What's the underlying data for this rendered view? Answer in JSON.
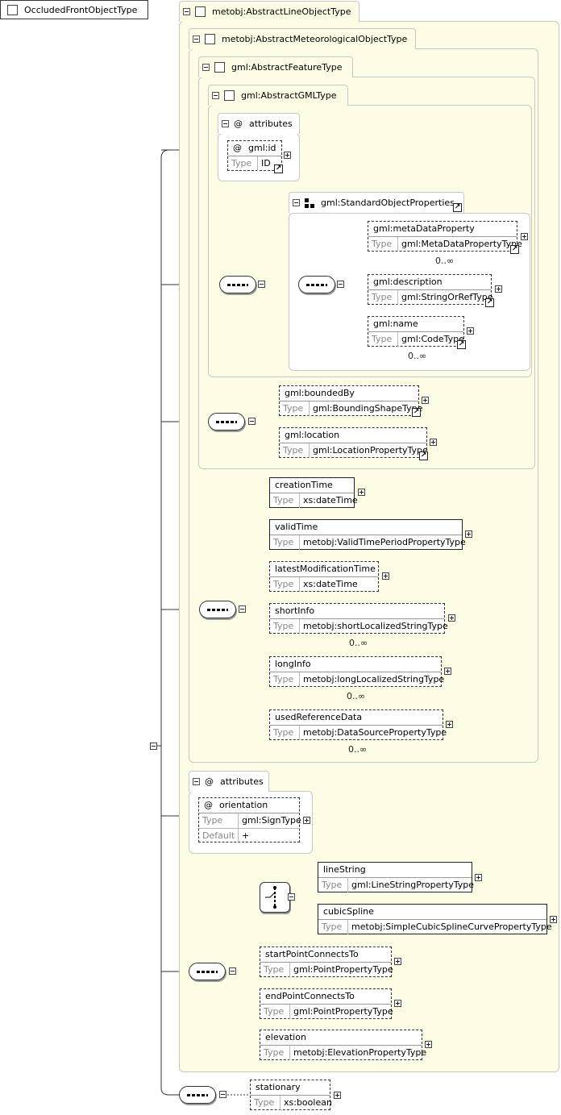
{
  "root": {
    "label": "OccludedFrontObjectType"
  },
  "types": {
    "line": "metobj:AbstractLineObjectType",
    "meteo": "metobj:AbstractMeteorologicalObjectType",
    "feature": "gml:AbstractFeatureType",
    "gml": "gml:AbstractGMLType",
    "attributes": "attributes",
    "std_props": "gml:StandardObjectProperties"
  },
  "labels": {
    "type": "Type",
    "default": "Default",
    "at": "@"
  },
  "gml_id": {
    "name": "gml:id",
    "type": "ID"
  },
  "std_elements": [
    {
      "name": "gml:metaDataProperty",
      "type": "gml:MetaDataPropertyType",
      "card": "0..∞"
    },
    {
      "name": "gml:description",
      "type": "gml:StringOrRefType",
      "card": ""
    },
    {
      "name": "gml:name",
      "type": "gml:CodeType",
      "card": "0..∞"
    }
  ],
  "feature_elements": [
    {
      "name": "gml:boundedBy",
      "type": "gml:BoundingShapeType"
    },
    {
      "name": "gml:location",
      "type": "gml:LocationPropertyType"
    }
  ],
  "meteo_elements": [
    {
      "name": "creationTime",
      "type": "xs:dateTime",
      "card": ""
    },
    {
      "name": "validTime",
      "type": "metobj:ValidTimePeriodPropertyType",
      "card": ""
    },
    {
      "name": "latestModificationTime",
      "type": "xs:dateTime",
      "card": ""
    },
    {
      "name": "shortInfo",
      "type": "metobj:shortLocalizedStringType",
      "card": "0..∞"
    },
    {
      "name": "longInfo",
      "type": "metobj:longLocalizedStringType",
      "card": "0..∞"
    },
    {
      "name": "usedReferenceData",
      "type": "metobj:DataSourcePropertyType",
      "card": "0..∞"
    }
  ],
  "orientation": {
    "name": "orientation",
    "type": "gml:SignType",
    "default": "+"
  },
  "choice_elements": [
    {
      "name": "lineString",
      "type": "gml:LineStringPropertyType"
    },
    {
      "name": "cubicSpline",
      "type": "metobj:SimpleCubicSplineCurvePropertyType"
    }
  ],
  "line_elements": [
    {
      "name": "startPointConnectsTo",
      "type": "gml:PointPropertyType"
    },
    {
      "name": "endPointConnectsTo",
      "type": "gml:PointPropertyType"
    },
    {
      "name": "elevation",
      "type": "metobj:ElevationPropertyType"
    }
  ],
  "stationary": {
    "name": "stationary",
    "type": "xs:boolean"
  }
}
